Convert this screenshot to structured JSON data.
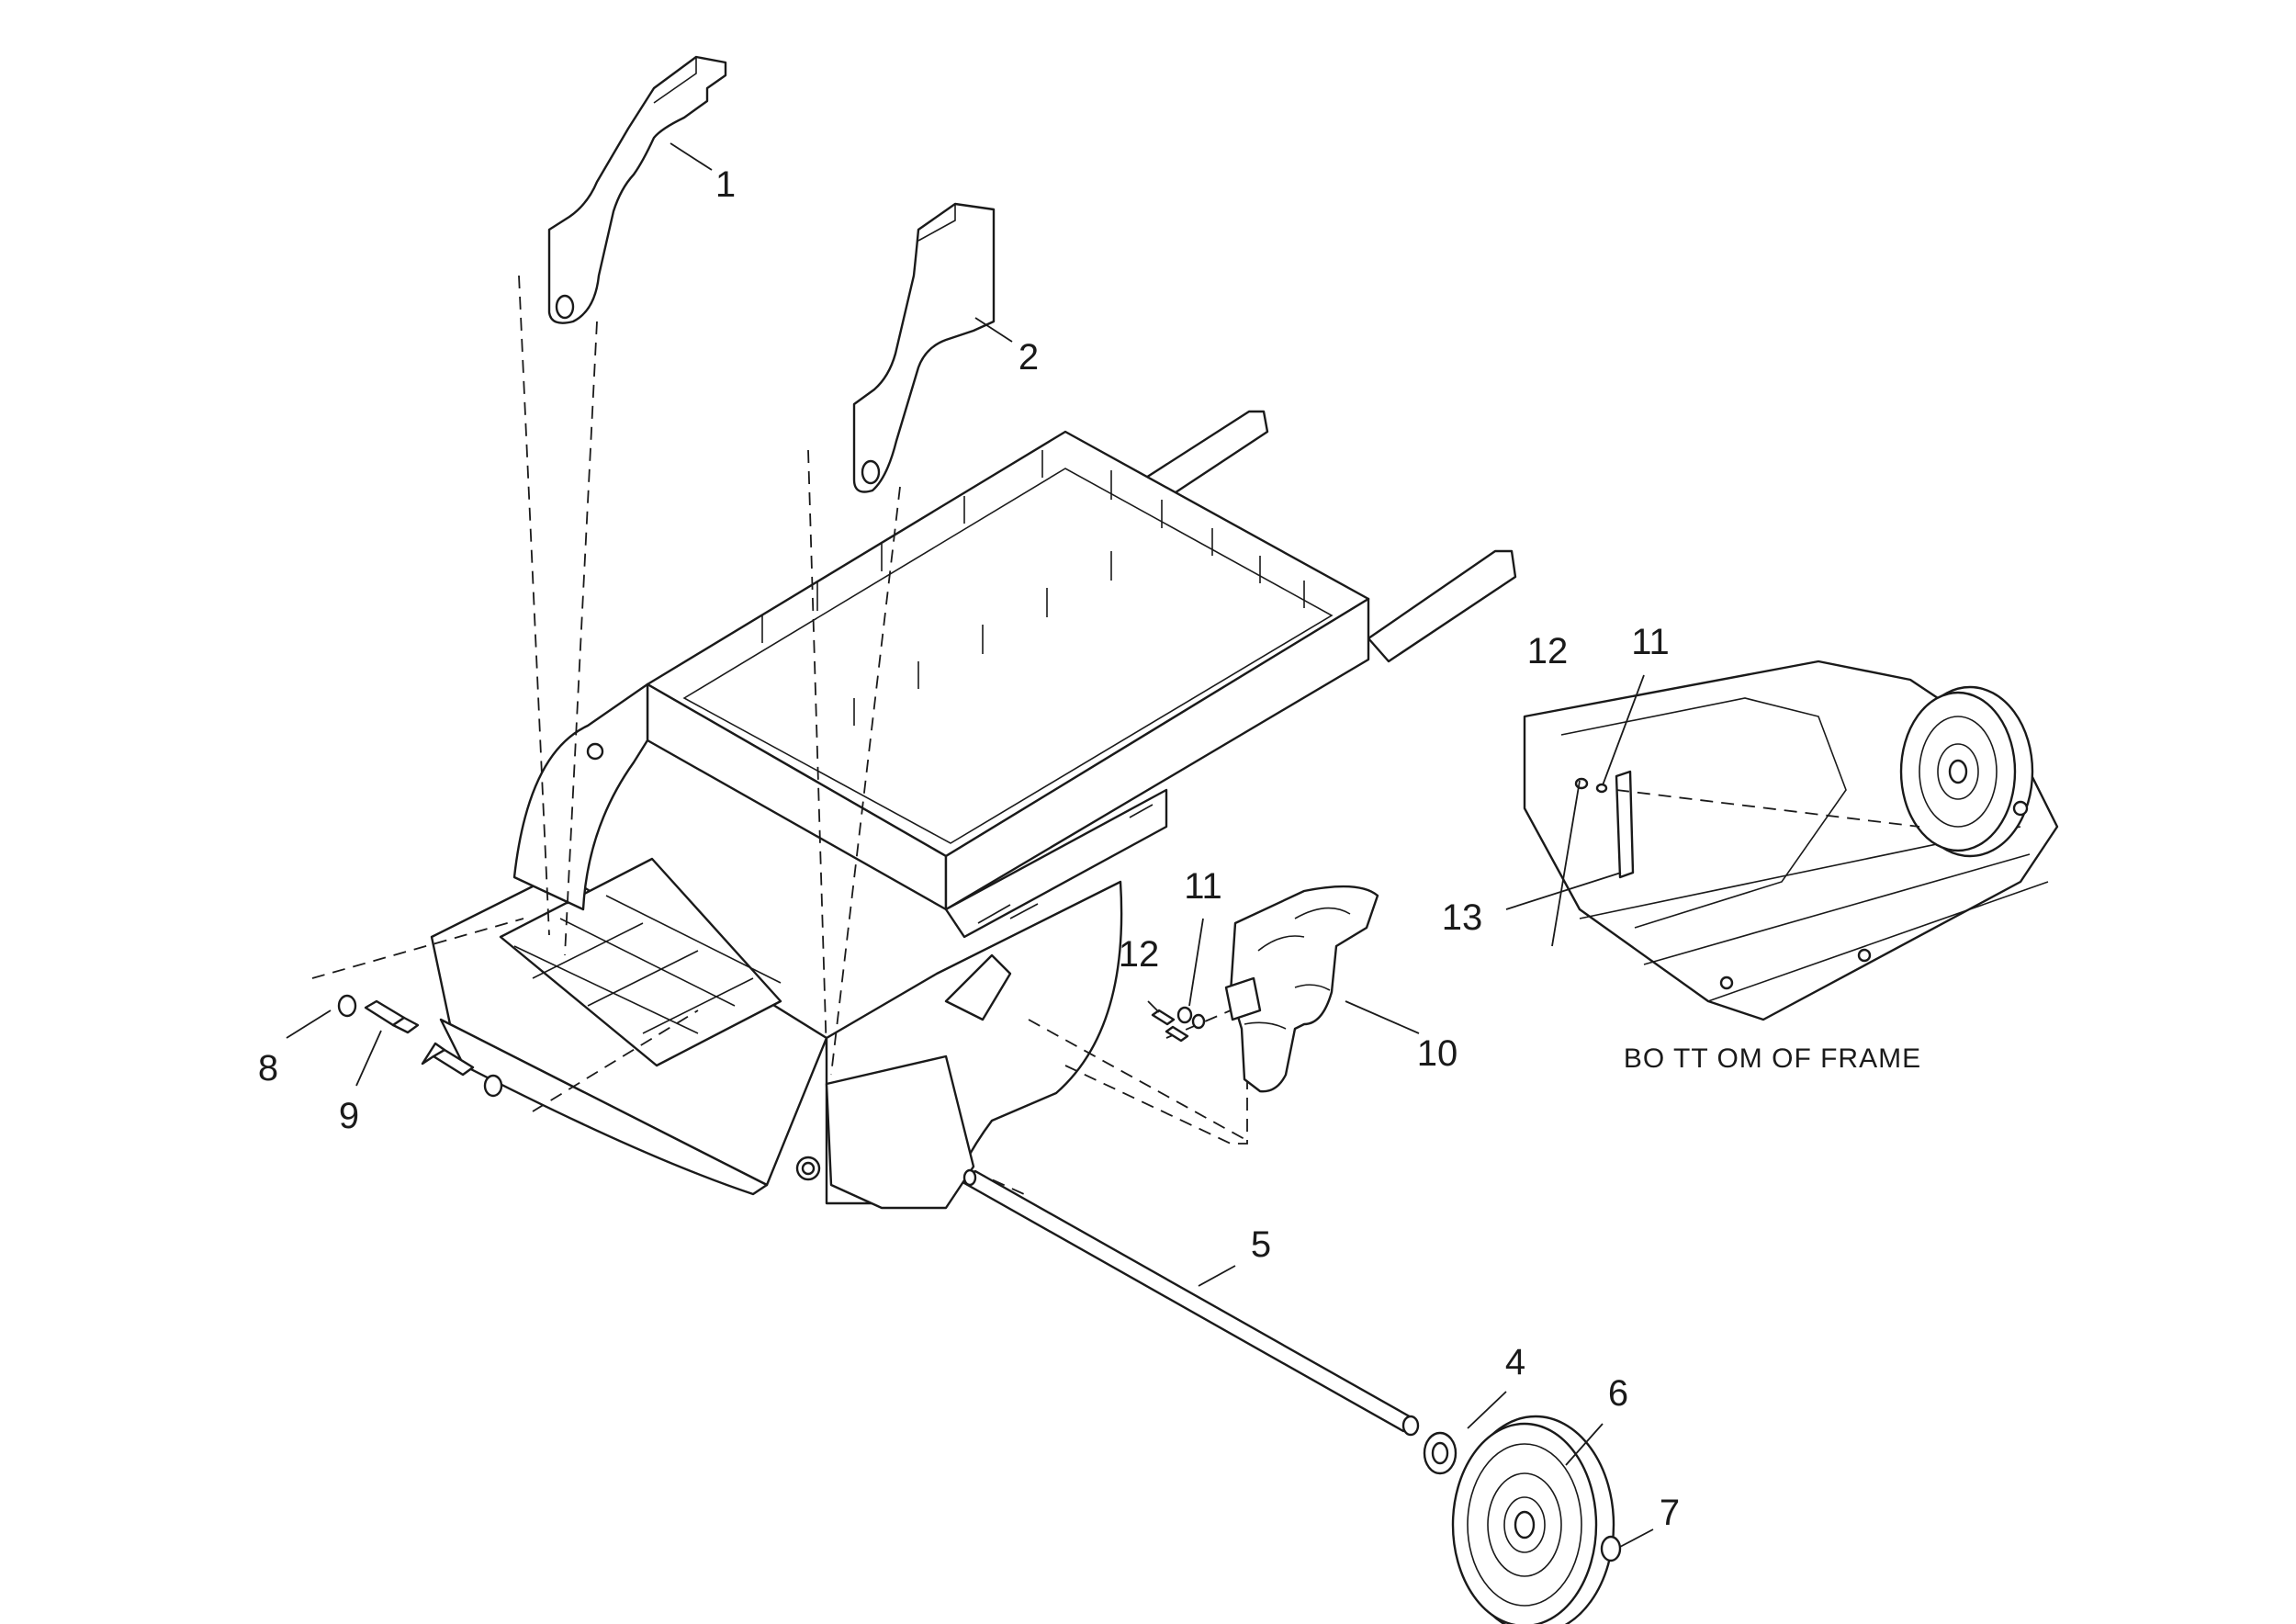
{
  "callouts": {
    "c1": "1",
    "c2": "2",
    "c4": "4",
    "c5": "5",
    "c6": "6",
    "c7": "7",
    "c8": "8",
    "c9": "9",
    "c10": "10",
    "c11": "11",
    "c12": "12",
    "inset_c11": "11",
    "inset_c12": "12",
    "inset_c13": "13"
  },
  "inset": {
    "caption": "BO TT OM OF   FRAME"
  }
}
